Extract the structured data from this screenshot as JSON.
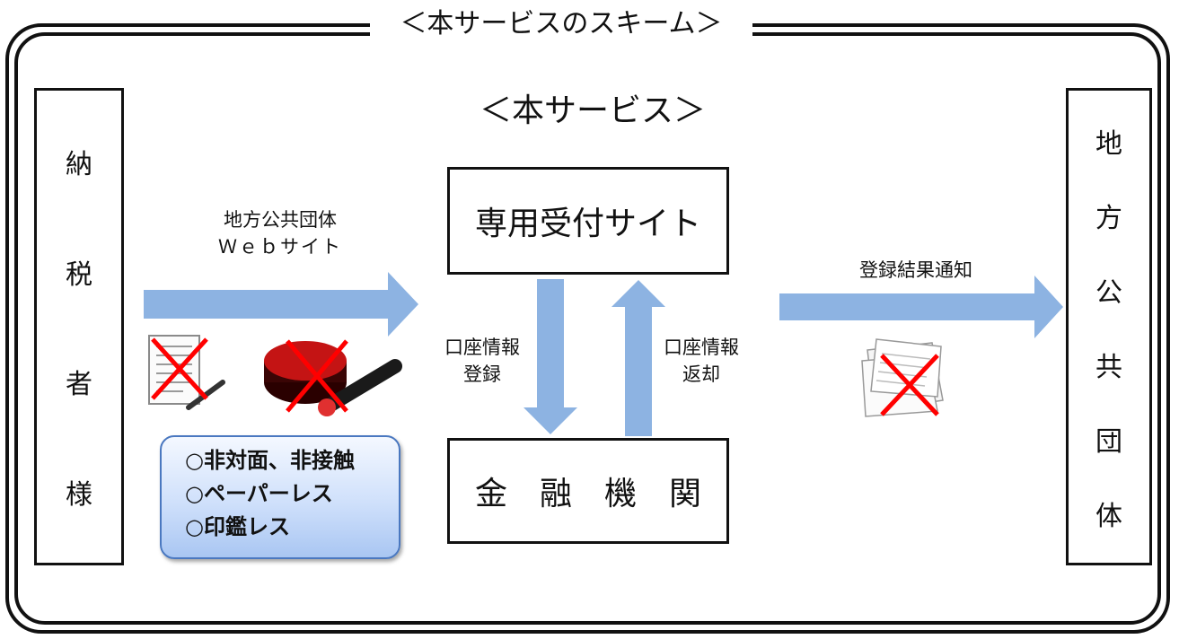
{
  "title": "＜本サービスのスキーム＞",
  "service_heading": "＜本サービス＞",
  "taxpayer": [
    "納",
    "税",
    "者",
    "様"
  ],
  "local_gov": [
    "地",
    "方",
    "公",
    "共",
    "団",
    "体"
  ],
  "reception_site": "専用受付サイト",
  "financial_institution": "金　融　機　関",
  "left_arrow_label": {
    "line1": "地方公共団体",
    "line2": "Ｗｅｂサイト"
  },
  "down_arrow_label": {
    "line1": "口座情報",
    "line2": "登録"
  },
  "up_arrow_label": {
    "line1": "口座情報",
    "line2": "返却"
  },
  "right_arrow_label": "登録結果通知",
  "benefits": [
    "○非対面、非接触",
    "○ペーパーレス",
    "○印鑑レス"
  ],
  "icons": {
    "paper_form": "paper-form-icon",
    "seal_stamp": "seal-stamp-icon",
    "paper_stack": "paper-stack-icon",
    "cross": "red-cross-icon"
  },
  "colors": {
    "arrow": "#8db3e2",
    "cross": "#ff0000",
    "benefit_border": "#4a78c0"
  }
}
